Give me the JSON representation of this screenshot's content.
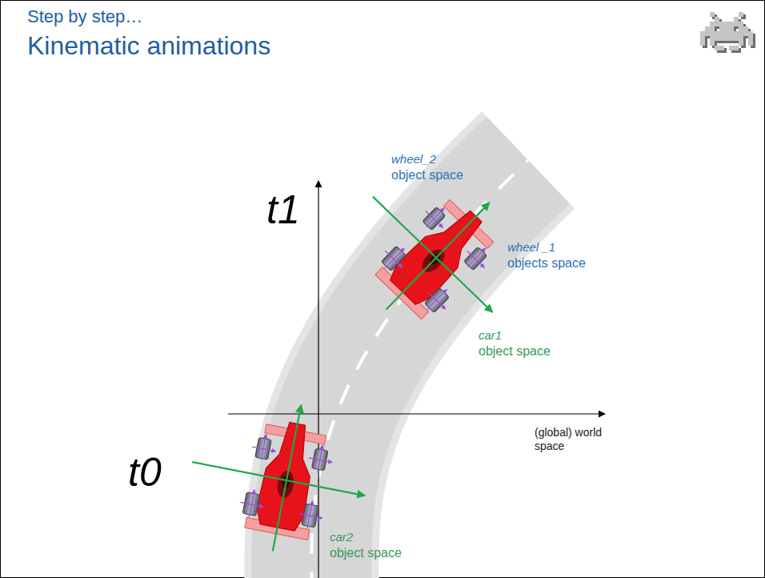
{
  "diagram": {
    "title": "Kinematic animations",
    "labels": [
      "Step by step…",
      "t1",
      "t0",
      "wheel_2",
      "object space",
      "wheel _1",
      "objects space",
      "car1",
      "object space",
      "car2",
      "object space",
      "(global) world space"
    ]
  }
}
